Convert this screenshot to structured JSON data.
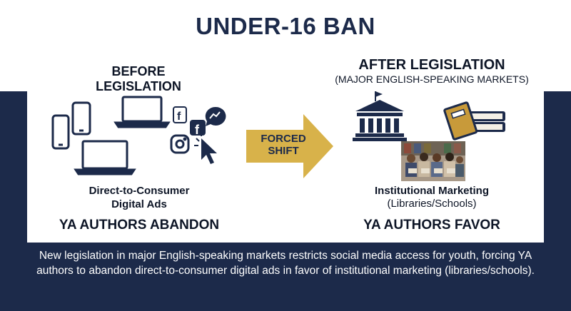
{
  "title": "UNDER-16 BAN",
  "before": {
    "heading": "BEFORE LEGISLATION",
    "label_line1": "Direct-to-Consumer",
    "label_line2": "Digital Ads",
    "verdict": "YA AUTHORS ABANDON",
    "icons": [
      "smartphone-icon",
      "smartphone-icon",
      "laptop-icon",
      "laptop-icon",
      "facebook-icon",
      "messenger-icon",
      "instagram-icon",
      "cursor-icon"
    ]
  },
  "arrow": {
    "line1": "FORCED",
    "line2": "SHIFT",
    "color": "#d8b24a"
  },
  "after": {
    "heading": "AFTER LEGISLATION",
    "subheading": "(MAJOR ENGLISH-SPEAKING MARKETS)",
    "label_line1": "Institutional Marketing",
    "label_line2": "(Libraries/Schools)",
    "verdict": "YA AUTHORS FAVOR",
    "icons": [
      "library-building-icon",
      "books-icon",
      "students-reading-photo"
    ]
  },
  "caption": "New legislation in major English-speaking markets restricts social media access for youth, forcing YA authors to abandon direct-to-consumer digital ads in favor of institutional marketing (libraries/schools).",
  "colors": {
    "navy": "#1c2a4a",
    "gold": "#d8b24a"
  }
}
